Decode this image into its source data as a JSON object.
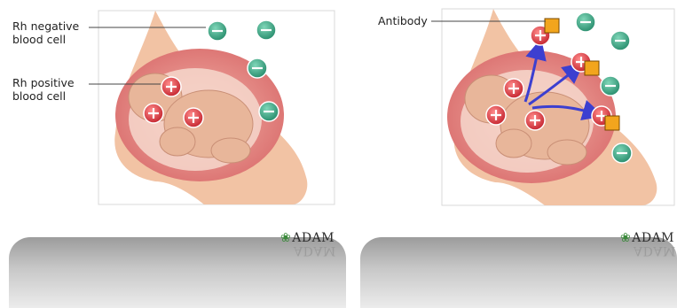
{
  "left_panel": {
    "label_rh_negative": "Rh negative\nblood cell",
    "label_rh_positive": "Rh positive\nblood cell",
    "brand": "ADAM"
  },
  "right_panel": {
    "label_antibody": "Antibody",
    "brand": "ADAM"
  },
  "colors": {
    "negative_cell": "#3aa887",
    "positive_cell": "#d6303c",
    "antibody": "#f2a51d",
    "arrow": "#3c3fd0",
    "skin": "#f4c4a8",
    "uterus": "#e68a86"
  },
  "icons": {
    "negative_cell": "minus-circle-icon",
    "positive_cell": "plus-circle-icon",
    "antibody": "square-icon",
    "brand_leaf": "leaf-icon"
  }
}
